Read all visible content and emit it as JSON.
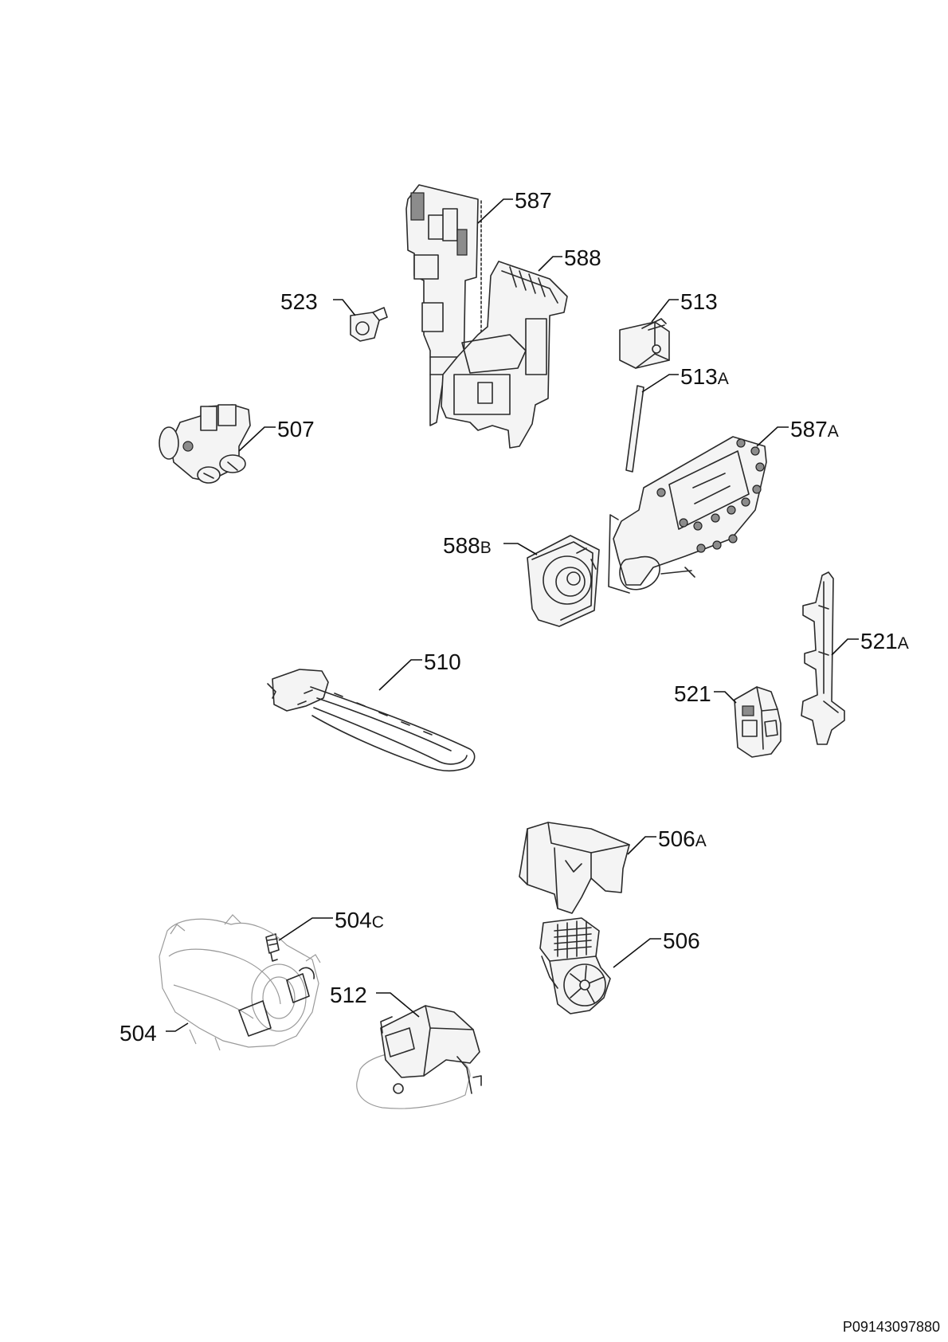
{
  "diagram": {
    "document_code": "P09143097880",
    "callouts": [
      {
        "id": "587",
        "num": "587",
        "suffix": ""
      },
      {
        "id": "588",
        "num": "588",
        "suffix": ""
      },
      {
        "id": "523",
        "num": "523",
        "suffix": ""
      },
      {
        "id": "513",
        "num": "513",
        "suffix": ""
      },
      {
        "id": "513A",
        "num": "513",
        "suffix": "A"
      },
      {
        "id": "507",
        "num": "507",
        "suffix": ""
      },
      {
        "id": "587A",
        "num": "587",
        "suffix": "A"
      },
      {
        "id": "588B",
        "num": "588",
        "suffix": "B"
      },
      {
        "id": "510",
        "num": "510",
        "suffix": ""
      },
      {
        "id": "521A",
        "num": "521",
        "suffix": "A"
      },
      {
        "id": "521",
        "num": "521",
        "suffix": ""
      },
      {
        "id": "506A",
        "num": "506",
        "suffix": "A"
      },
      {
        "id": "504C",
        "num": "504",
        "suffix": "C"
      },
      {
        "id": "506",
        "num": "506",
        "suffix": ""
      },
      {
        "id": "512",
        "num": "512",
        "suffix": ""
      },
      {
        "id": "504",
        "num": "504",
        "suffix": ""
      }
    ]
  }
}
